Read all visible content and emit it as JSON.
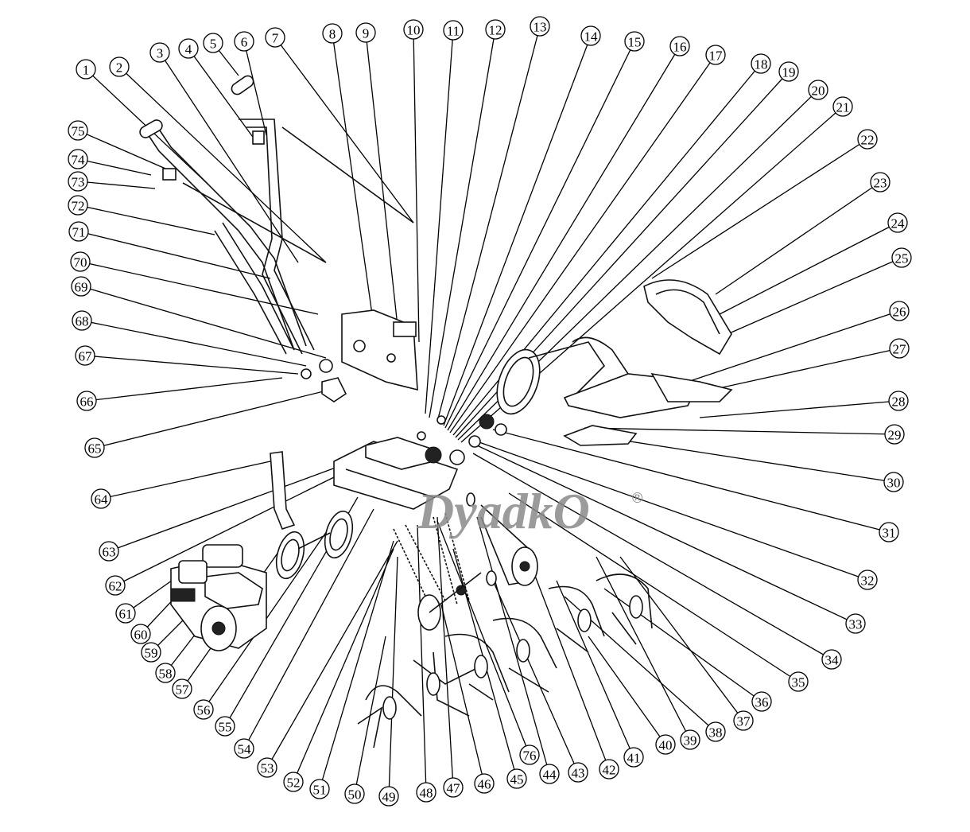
{
  "diagram": {
    "type": "exploded parts diagram (tiller)",
    "callouts": [
      "1",
      "2",
      "3",
      "4",
      "5",
      "6",
      "7",
      "8",
      "9",
      "10",
      "11",
      "12",
      "13",
      "14",
      "15",
      "16",
      "17",
      "18",
      "19",
      "20",
      "21",
      "22",
      "23",
      "24",
      "25",
      "26",
      "27",
      "28",
      "29",
      "30",
      "31",
      "32",
      "33",
      "34",
      "35",
      "36",
      "37",
      "38",
      "39",
      "40",
      "41",
      "42",
      "43",
      "44",
      "45",
      "46",
      "47",
      "48",
      "49",
      "50",
      "51",
      "52",
      "53",
      "54",
      "55",
      "56",
      "57",
      "58",
      "59",
      "60",
      "61",
      "62",
      "63",
      "64",
      "65",
      "66",
      "67",
      "68",
      "69",
      "70",
      "71",
      "72",
      "73",
      "74",
      "75",
      "76"
    ]
  },
  "watermark": {
    "text": "DyadkO",
    "mark": "®",
    "color": "#8a8a8a"
  }
}
